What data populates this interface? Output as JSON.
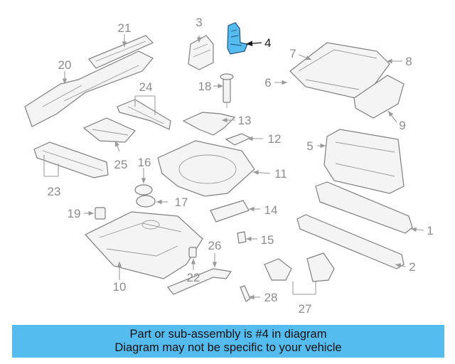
{
  "callouts": [
    "1",
    "2",
    "3",
    "4",
    "5",
    "6",
    "7",
    "8",
    "9",
    "10",
    "11",
    "12",
    "13",
    "14",
    "15",
    "16",
    "17",
    "18",
    "19",
    "20",
    "21",
    "22",
    "23",
    "24",
    "25",
    "26",
    "27",
    "28"
  ],
  "highlight": {
    "part": "4",
    "color": "#55bcf0"
  },
  "footer": {
    "line1": "Part or sub-assembly is #4 in diagram",
    "line2": "Diagram may not be specific to your vehicle",
    "background": "#55bcf0"
  }
}
